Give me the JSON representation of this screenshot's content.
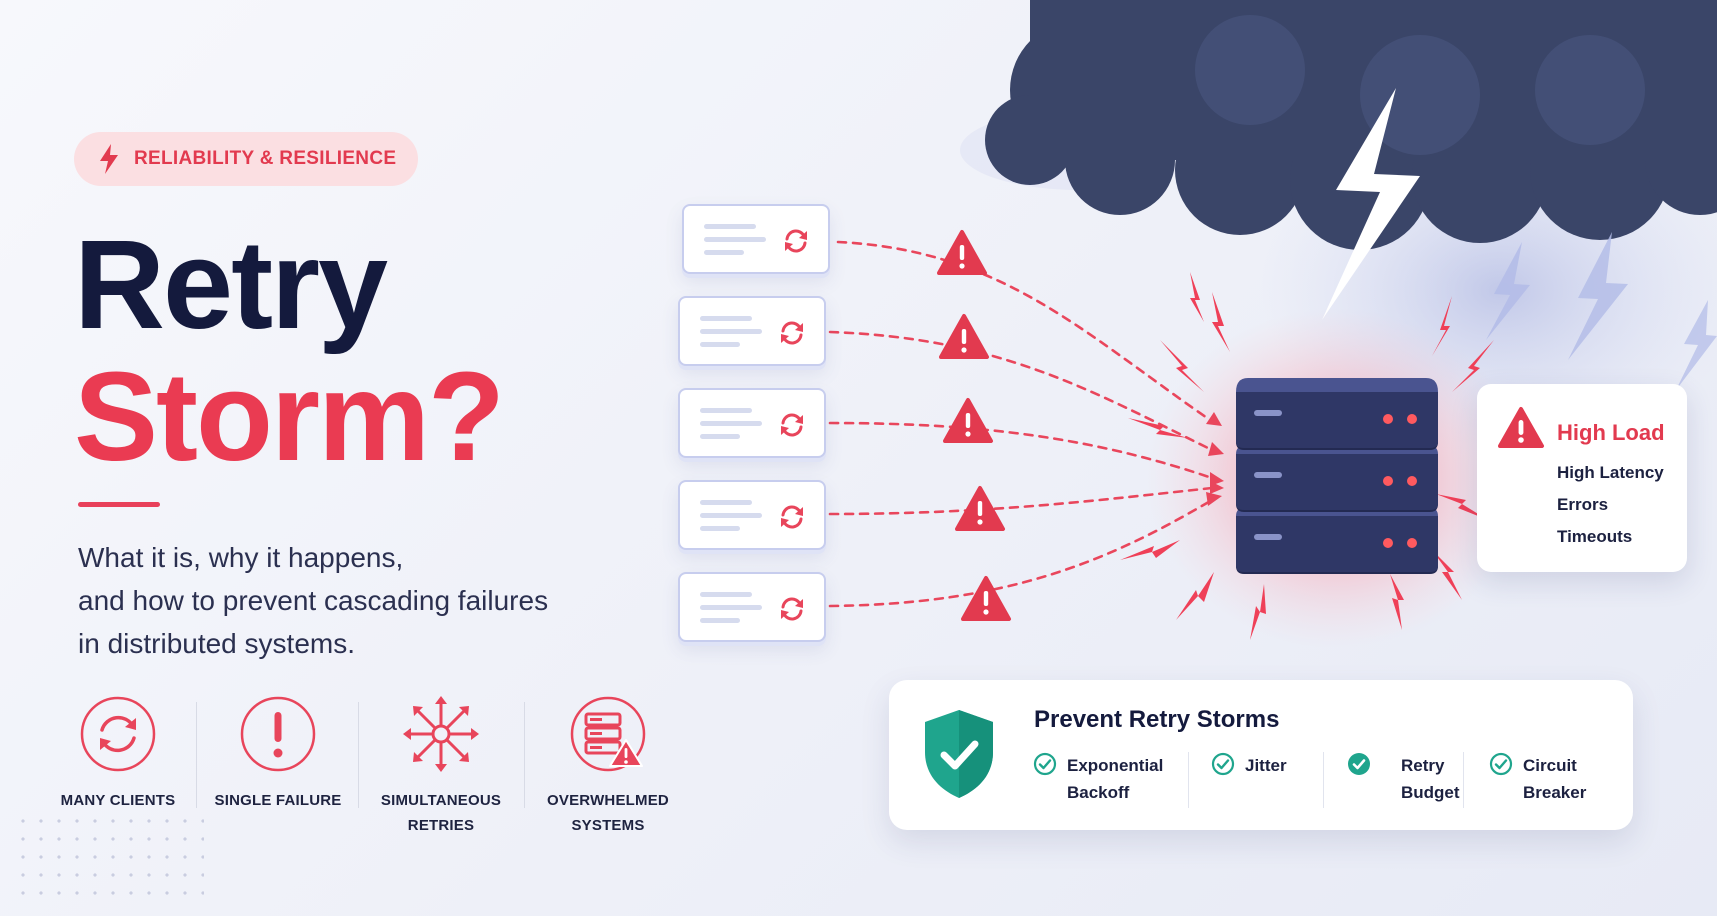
{
  "badge": {
    "icon": "lightning-bolt-icon",
    "label": "RELIABILITY & RESILIENCE"
  },
  "title": {
    "line1": "Retry",
    "line2": "Storm?"
  },
  "subtitle": {
    "line1": "What it is, why it happens,",
    "line2": "and how to prevent cascading failures",
    "line3": "in distributed systems."
  },
  "causes": [
    {
      "icon": "refresh-cycle-icon",
      "label_lines": [
        "MANY CLIENTS"
      ]
    },
    {
      "icon": "exclamation-circle-icon",
      "label_lines": [
        "SINGLE FAILURE"
      ]
    },
    {
      "icon": "radiating-arrows-icon",
      "label_lines": [
        "SIMULTANEOUS",
        "RETRIES"
      ]
    },
    {
      "icon": "server-warning-icon",
      "label_lines": [
        "OVERWHELMED",
        "SYSTEMS"
      ]
    }
  ],
  "diagram": {
    "client_count": 5,
    "client_icon": "refresh-icon",
    "warning_icon": "warning-triangle-icon",
    "server_icon": "server-stack-icon",
    "storm_icon": "storm-cloud-lightning-icon"
  },
  "server_status": {
    "headline": "High Load",
    "items": [
      "High Latency",
      "Errors",
      "Timeouts"
    ]
  },
  "prevention": {
    "icon": "shield-check-icon",
    "title": "Prevent Retry Storms",
    "items": [
      {
        "label_lines": [
          "Exponential",
          "Backoff"
        ],
        "check": "outline"
      },
      {
        "label_lines": [
          "Jitter"
        ],
        "check": "outline"
      },
      {
        "label_lines": [
          "Retry",
          "Budget"
        ],
        "check": "filled"
      },
      {
        "label_lines": [
          "Circuit",
          "Breaker"
        ],
        "check": "outline"
      }
    ]
  },
  "colors": {
    "accent_red": "#ea3b52",
    "navy": "#141a3d",
    "cloud": "#3a4568",
    "server": "#2f3766",
    "success_green": "#1fa58d",
    "client_border": "#c7cdee"
  }
}
